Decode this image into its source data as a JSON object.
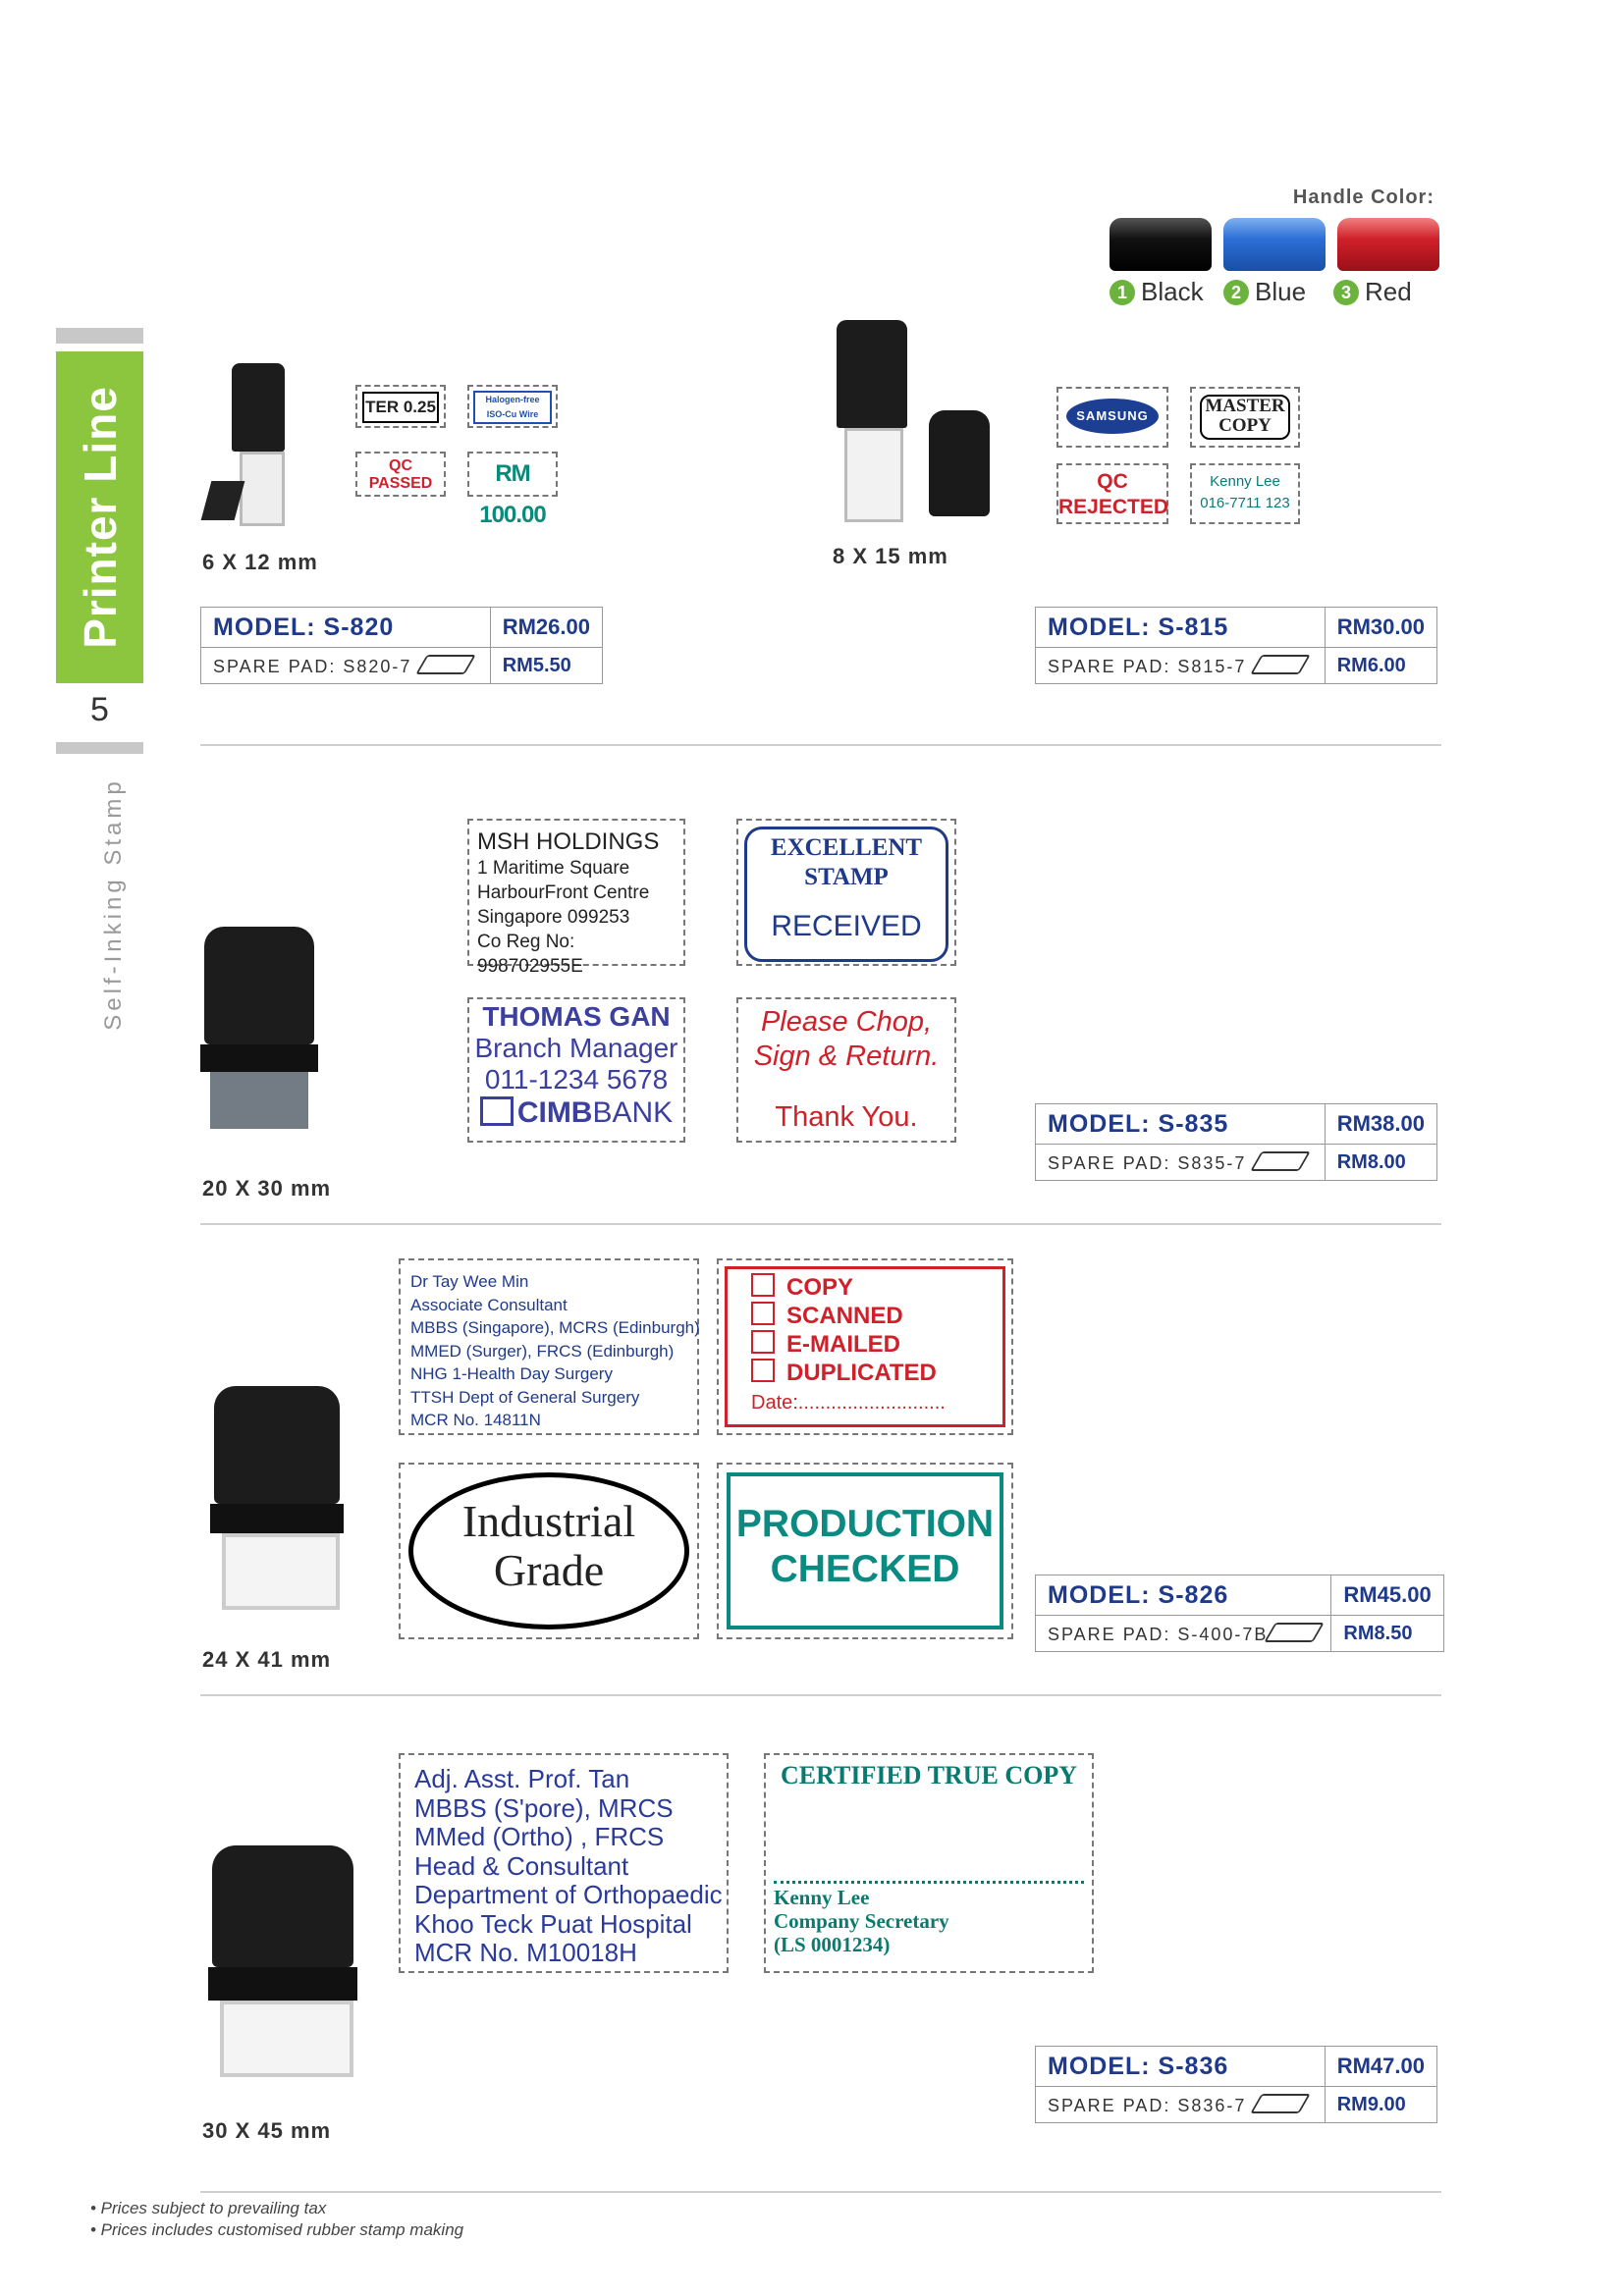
{
  "sidebar": {
    "section_title": "Printer Line",
    "page_number": "5",
    "subtitle": "Self-Inking Stamp"
  },
  "handle_color": {
    "label": "Handle Color:",
    "options": [
      {
        "num": "1",
        "name": "Black",
        "color": "#1a1a1a"
      },
      {
        "num": "2",
        "name": "Blue",
        "color": "#2b6fd6"
      },
      {
        "num": "3",
        "name": "Red",
        "color": "#d0202a"
      }
    ]
  },
  "products": {
    "s820": {
      "size": "6 X 12 mm",
      "model": "MODEL: S-820",
      "price": "RM26.00",
      "spare_pad": "SPARE PAD: S820-7",
      "spare_price": "RM5.50",
      "samples": {
        "ter": "TER 0.25",
        "halogen_top": "Halogen-free",
        "halogen_bottom": "ISO-Cu Wire",
        "qc1": "QC",
        "qc2": "PASSED",
        "rm": "RM 100.00"
      }
    },
    "s815": {
      "size": "8 X 15 mm",
      "model": "MODEL: S-815",
      "price": "RM30.00",
      "spare_pad": "SPARE PAD: S815-7",
      "spare_price": "RM6.00",
      "samples": {
        "samsung": "SAMSUNG",
        "master1": "MASTER",
        "master2": "COPY",
        "qc1": "QC",
        "qc2": "REJECTED",
        "name": "Kenny Lee",
        "phone": "016-7711 123"
      }
    },
    "s835": {
      "size": "20 X 30 mm",
      "model": "MODEL: S-835",
      "price": "RM38.00",
      "spare_pad": "SPARE PAD: S835-7",
      "spare_price": "RM8.00",
      "samples": {
        "msh": [
          "MSH HOLDINGS",
          "1 Maritime Square",
          "HarbourFront Centre",
          "Singapore 099253",
          "Co Reg No: 998702955E"
        ],
        "excellent1": "EXCELLENT",
        "excellent2": "STAMP",
        "received": "RECEIVED",
        "thomas": [
          "THOMAS GAN",
          "Branch Manager",
          "011-1234 5678"
        ],
        "cimb1": "CIMB",
        "cimb2": "BANK",
        "please1": "Please Chop,",
        "please2": "Sign & Return.",
        "thanks": "Thank You."
      }
    },
    "s826": {
      "size": "24 X 41 mm",
      "model": "MODEL: S-826",
      "price": "RM45.00",
      "spare_pad": "SPARE PAD: S-400-7B",
      "spare_price": "RM8.50",
      "samples": {
        "dr": [
          "Dr Tay Wee Min",
          "Associate Consultant",
          "MBBS (Singapore), MCRS (Edinburgh)",
          "MMED (Surger), FRCS (Edinburgh)",
          "NHG 1-Health Day Surgery",
          "TTSH Dept of General Surgery",
          "MCR No. 14811N"
        ],
        "checks": [
          "COPY",
          "SCANNED",
          "E-MAILED",
          "DUPLICATED"
        ],
        "date": "Date:...........................",
        "industrial1": "Industrial",
        "industrial2": "Grade",
        "production1": "PRODUCTION",
        "production2": "CHECKED"
      }
    },
    "s836": {
      "size": "30 X 45 mm",
      "model": "MODEL: S-836",
      "price": "RM47.00",
      "spare_pad": "SPARE PAD: S836-7",
      "spare_price": "RM9.00",
      "samples": {
        "prof": [
          "Adj. Asst. Prof. Tan",
          "MBBS (S'pore), MRCS",
          "MMed (Ortho) , FRCS",
          "Head & Consultant",
          "Department of Orthopaedic",
          "Khoo Teck Puat Hospital",
          "MCR No. M10018H"
        ],
        "certified": "CERTIFIED TRUE COPY",
        "sign": [
          "Kenny Lee",
          "Company Secretary",
          "(LS 0001234)"
        ]
      }
    }
  },
  "footnotes": [
    "• Prices subject to prevailing tax",
    "• Prices includes customised rubber stamp making"
  ]
}
